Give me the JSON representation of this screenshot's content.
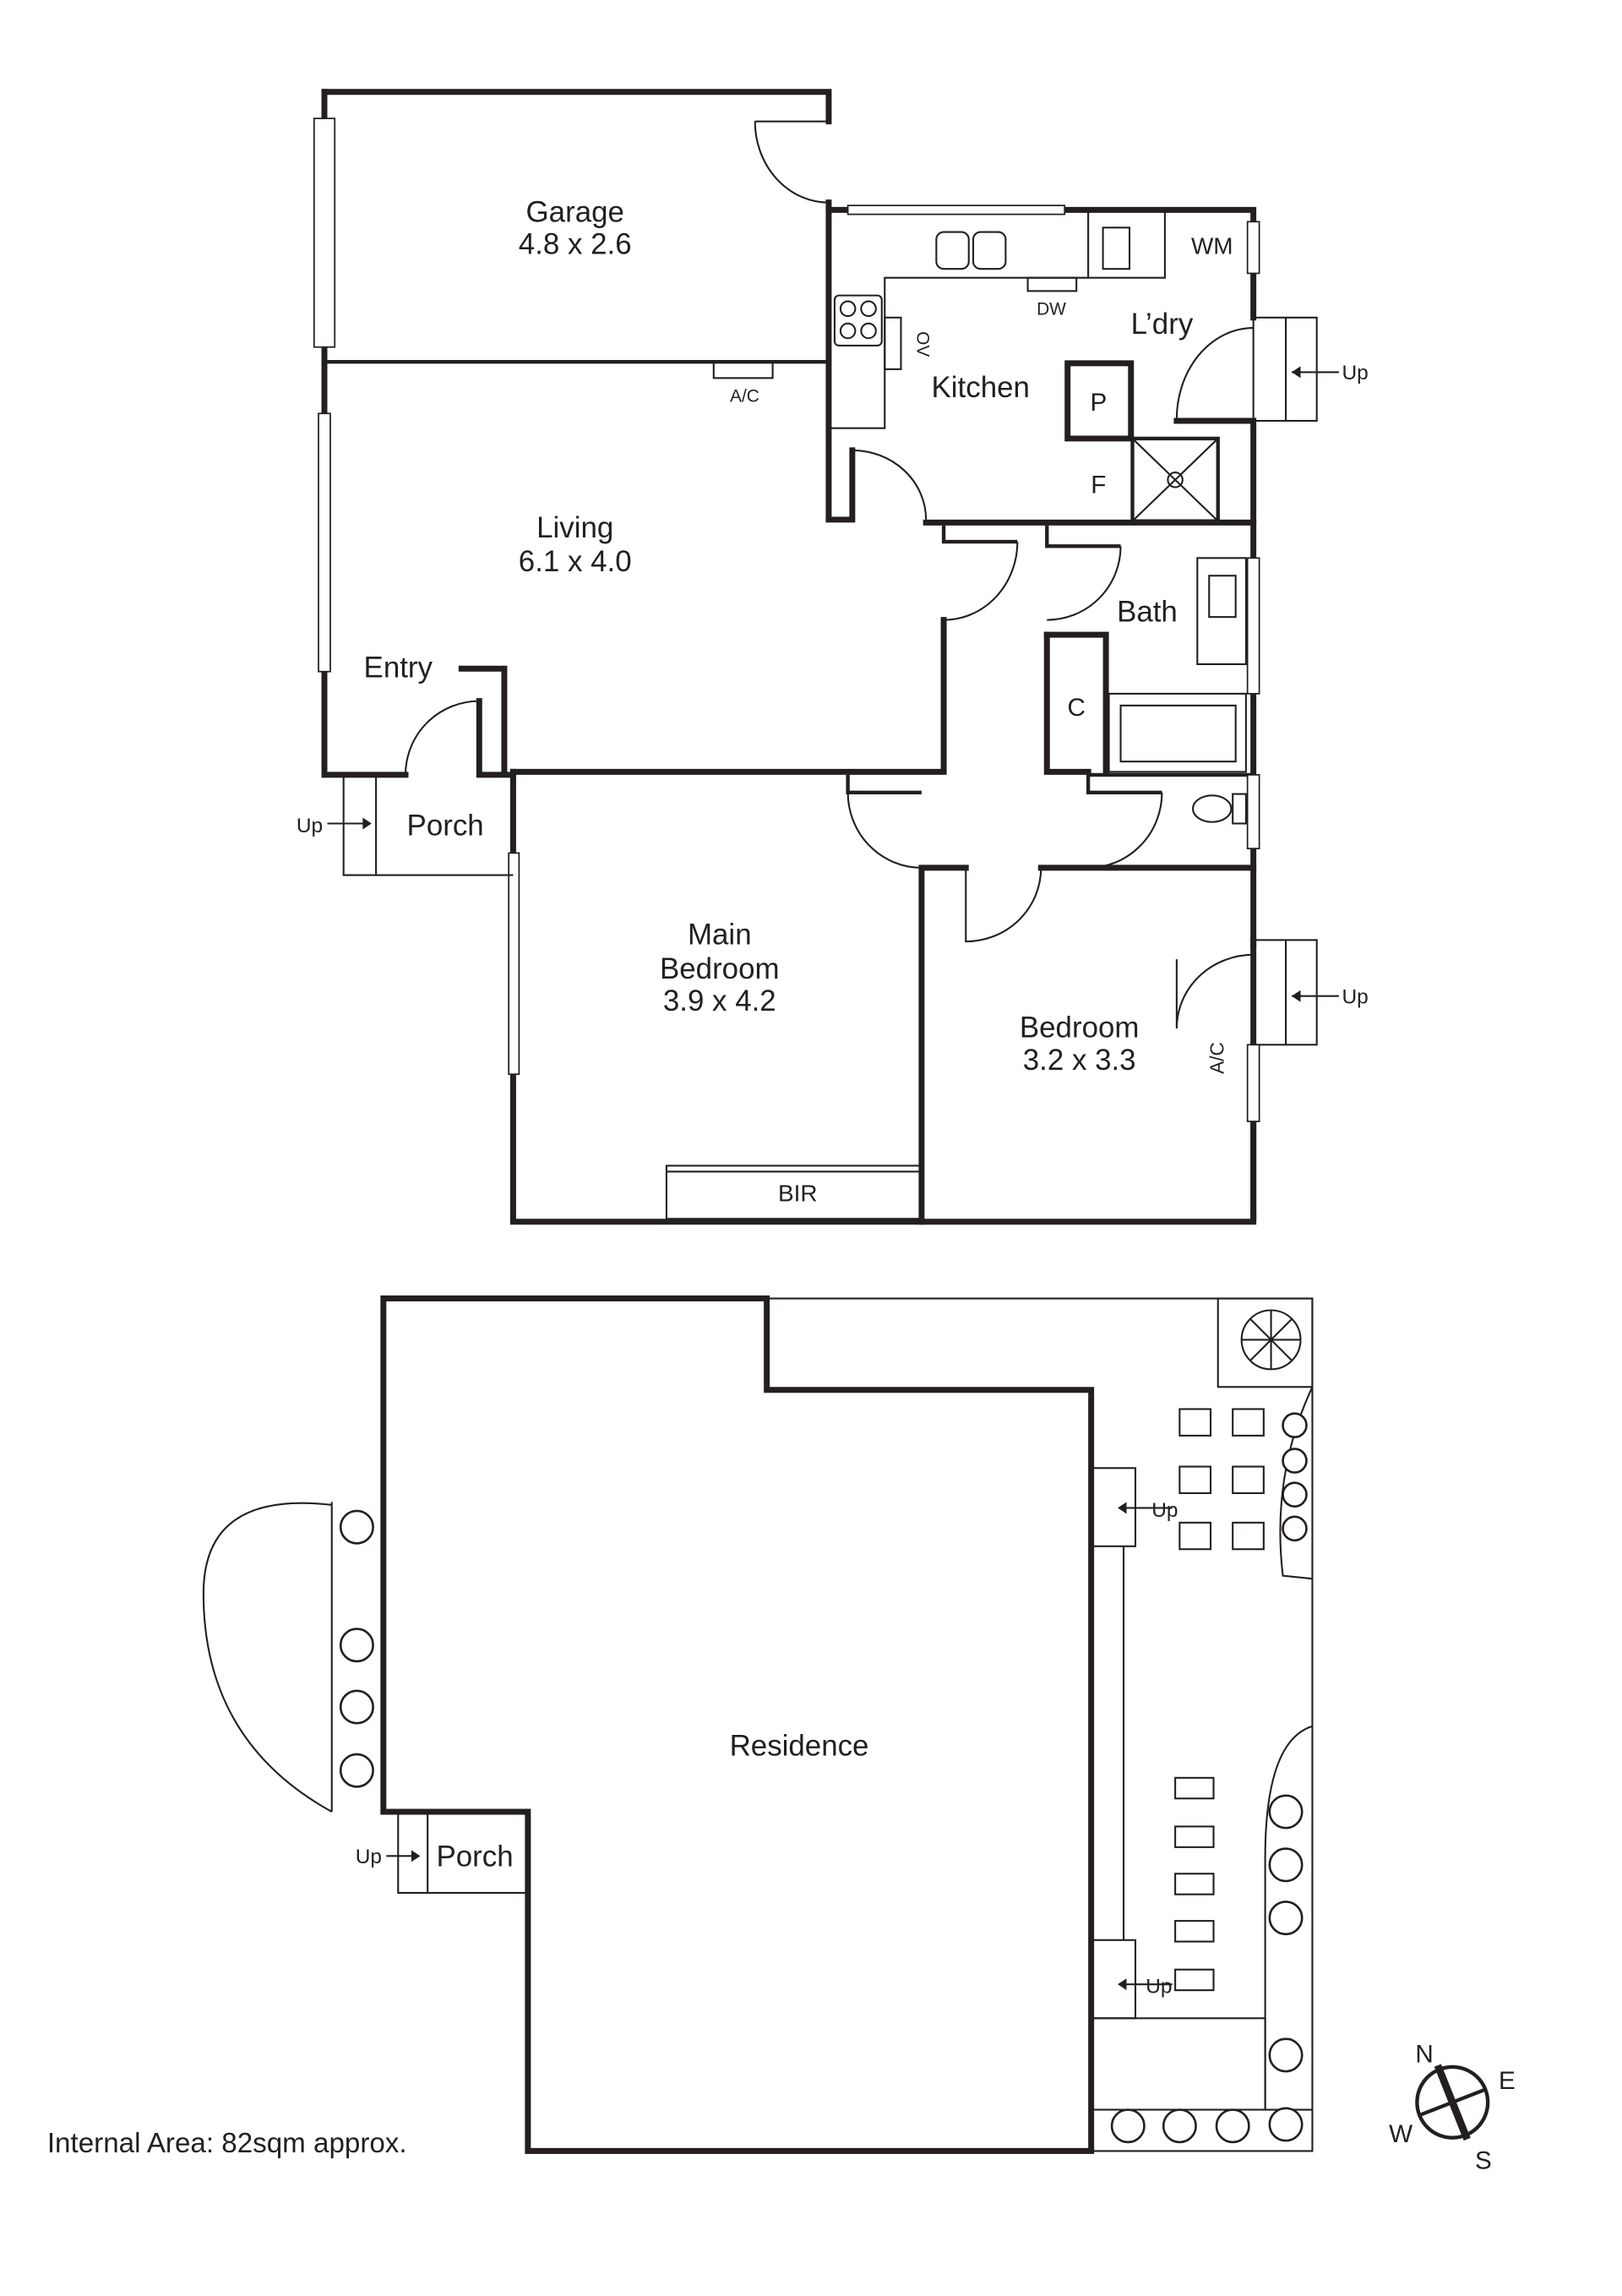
{
  "floor_plan": {
    "rooms": {
      "garage": {
        "name": "Garage",
        "size": "4.8 x 2.6"
      },
      "kitchen": {
        "name": "Kitchen"
      },
      "laundry": {
        "name": "L’dry"
      },
      "living": {
        "name": "Living",
        "size": "6.1 x 4.0"
      },
      "entry": {
        "name": "Entry"
      },
      "porch": {
        "name": "Porch"
      },
      "bath": {
        "name": "Bath"
      },
      "main_bedroom": {
        "name_line1": "Main",
        "name_line2": "Bedroom",
        "size": "3.9 x 4.2"
      },
      "bedroom": {
        "name": "Bedroom",
        "size": "3.2 x 3.3"
      }
    },
    "fixtures": {
      "wm": "WM",
      "dw": "DW",
      "ov": "OV",
      "ac_living": "A/C",
      "ac_bedroom": "A/C",
      "pantry": "P",
      "fridge": "F",
      "cupboard": "C",
      "bir": "BIR"
    },
    "steps": {
      "porch_up": "Up",
      "laundry_up": "Up",
      "bedroom_up": "Up"
    }
  },
  "site_plan": {
    "residence": "Residence",
    "porch": "Porch",
    "porch_up": "Up",
    "east_up_1": "Up",
    "east_up_2": "Up"
  },
  "compass": {
    "n": "N",
    "e": "E",
    "s": "S",
    "w": "W"
  },
  "internal_area": "Internal Area: 82sqm approx."
}
